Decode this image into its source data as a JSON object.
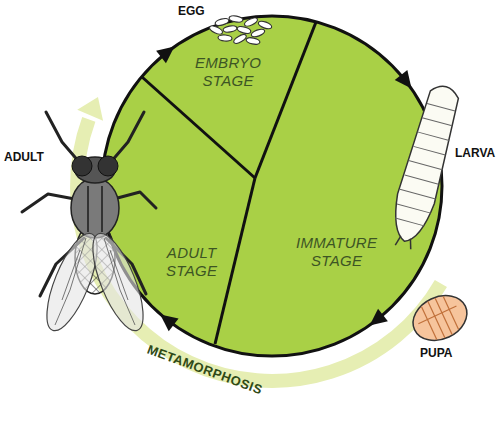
{
  "diagram": {
    "nodes": [
      {
        "text": [
          "EMBRYO STAGE"
        ]
      },
      {
        "text": [
          "ADULT STAGE"
        ]
      },
      {
        "text": [
          "IMMATURE STAGE"
        ]
      }
    ],
    "labels": [
      "EGG",
      "LARVA",
      "PUPA",
      "ADULT",
      "METAMORPHOSIS"
    ]
  }
}
